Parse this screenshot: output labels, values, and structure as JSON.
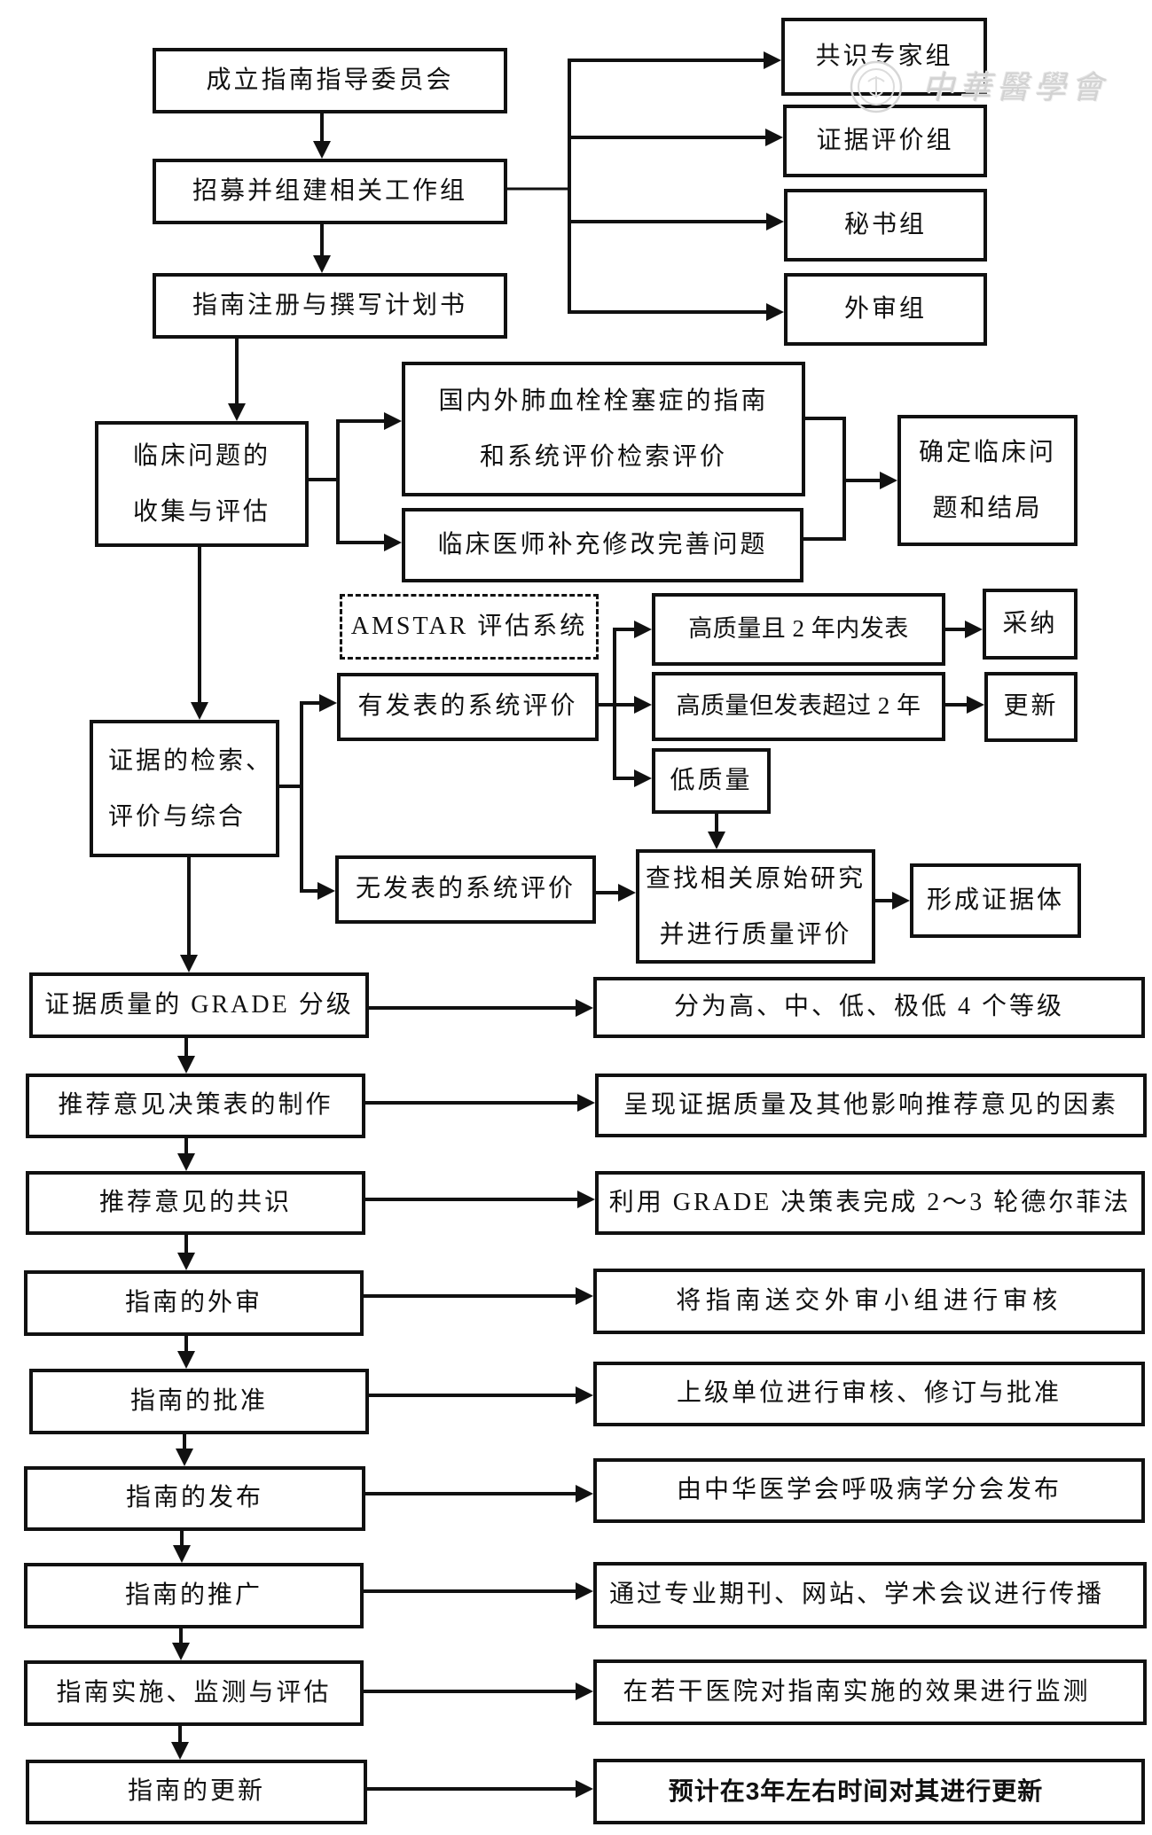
{
  "watermark": {
    "text": "中華醫學會"
  },
  "setup": {
    "steering_committee": "成立指南指导委员会",
    "recruit_working_groups": "招募并组建相关工作组",
    "registration_and_proposal": "指南注册与撰写计划书"
  },
  "working_groups": [
    "共识专家组",
    "证据评价组",
    "秘书组",
    "外审组"
  ],
  "clinical_questions": {
    "step_lines": [
      "临床问题的",
      "收集与评估"
    ],
    "literature_search_lines": [
      "国内外肺血栓栓塞症的指南",
      "和系统评价检索评价"
    ],
    "clinician_input": "临床医师补充修改完善问题",
    "result_lines": [
      "确定临床问",
      "题和结局"
    ]
  },
  "evidence": {
    "step_lines": [
      "证据的检索、",
      "评价与综合"
    ],
    "assessment_tool": "AMSTAR 评估系统",
    "published_sr": "有发表的系统评价",
    "unpublished_sr": "无发表的系统评价",
    "high_quality_recent": "高质量且 2 年内发表",
    "high_quality_old": "高质量但发表超过 2 年",
    "low_quality": "低质量",
    "adopt": "采纳",
    "update": "更新",
    "primary_studies_lines": [
      "查找相关原始研究",
      "并进行质量评价"
    ],
    "evidence_body": "形成证据体"
  },
  "stages": [
    {
      "step": "证据质量的 GRADE 分级",
      "detail": "分为高、中、低、极低 4 个等级"
    },
    {
      "step": "推荐意见决策表的制作",
      "detail": "呈现证据质量及其他影响推荐意见的因素"
    },
    {
      "step": "推荐意见的共识",
      "detail": "利用 GRADE 决策表完成 2～3 轮德尔菲法"
    },
    {
      "step": "指南的外审",
      "detail": "将指南送交外审小组进行审核"
    },
    {
      "step": "指南的批准",
      "detail": "上级单位进行审核、修订与批准"
    },
    {
      "step": "指南的发布",
      "detail": "由中华医学会呼吸病学分会发布"
    },
    {
      "step": "指南的推广",
      "detail": "通过专业期刊、网站、学术会议进行传播"
    },
    {
      "step": "指南实施、监测与评估",
      "detail": "在若干医院对指南实施的效果进行监测"
    },
    {
      "step": "指南的更新",
      "detail": "预计在3年左右时间对其进行更新"
    }
  ]
}
